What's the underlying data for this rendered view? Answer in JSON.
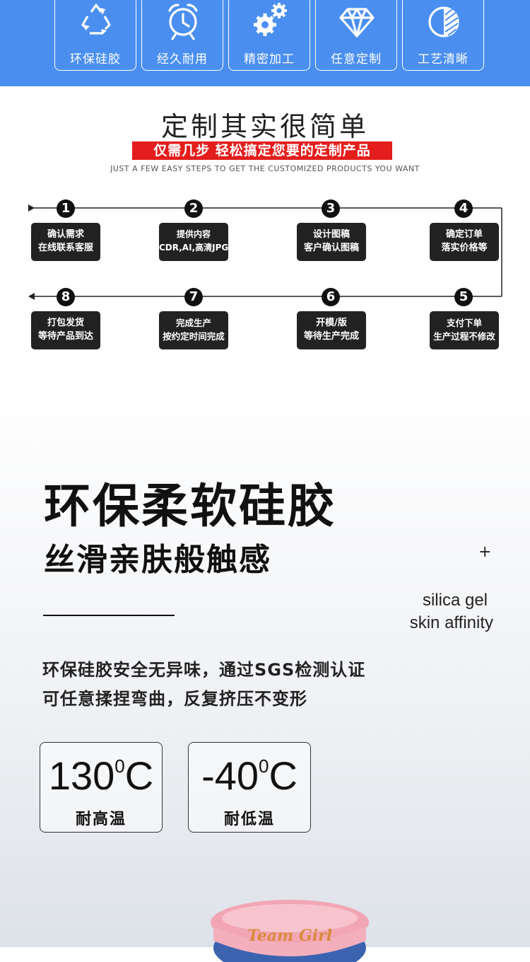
{
  "features": [
    {
      "label": "环保硅胶",
      "icon": "recycle-icon"
    },
    {
      "label": "经久耐用",
      "icon": "alarm-clock-icon"
    },
    {
      "label": "精密加工",
      "icon": "gears-icon"
    },
    {
      "label": "任意定制",
      "icon": "diamond-icon"
    },
    {
      "label": "工艺清晰",
      "icon": "half-circle-icon"
    }
  ],
  "steps_section": {
    "title": "定制其实很简单",
    "subtitle": "仅需几步 轻松搞定您要的定制产品",
    "english": "JUST A FEW EASY STEPS TO GET THE CUSTOMIZED PRODUCTS YOU WANT",
    "steps": [
      {
        "num": "1",
        "line1": "确认需求",
        "line2": "在线联系客服"
      },
      {
        "num": "2",
        "line1": "提供内容",
        "line2": "CDR,AI,高清JPG"
      },
      {
        "num": "3",
        "line1": "设计图稿",
        "line2": "客户确认图稿"
      },
      {
        "num": "4",
        "line1": "确定订单",
        "line2": "落实价格等"
      },
      {
        "num": "5",
        "line1": "支付下单",
        "line2": "生产过程不修改"
      },
      {
        "num": "6",
        "line1": "开模/版",
        "line2": "等待生产完成"
      },
      {
        "num": "7",
        "line1": "完成生产",
        "line2": "按约定时间完成"
      },
      {
        "num": "8",
        "line1": "打包发货",
        "line2": "等待产品到达"
      }
    ]
  },
  "product": {
    "headline": "环保柔软硅胶",
    "subheadline": "丝滑亲肤般触感",
    "plus": "+",
    "english_line1": "silica gel",
    "english_line2": "skin affinity",
    "desc_line1": "环保硅胶安全无异味，通过SGS检测认证",
    "desc_line2": "可任意揉捏弯曲，反复挤压不变形",
    "temps": [
      {
        "value": "130",
        "unit_sup": "0",
        "unit": "C",
        "label": "耐高温"
      },
      {
        "value": "-40",
        "unit_sup": "0",
        "unit": "C",
        "label": "耐低温"
      }
    ],
    "wristband_text": "Team Girl"
  }
}
